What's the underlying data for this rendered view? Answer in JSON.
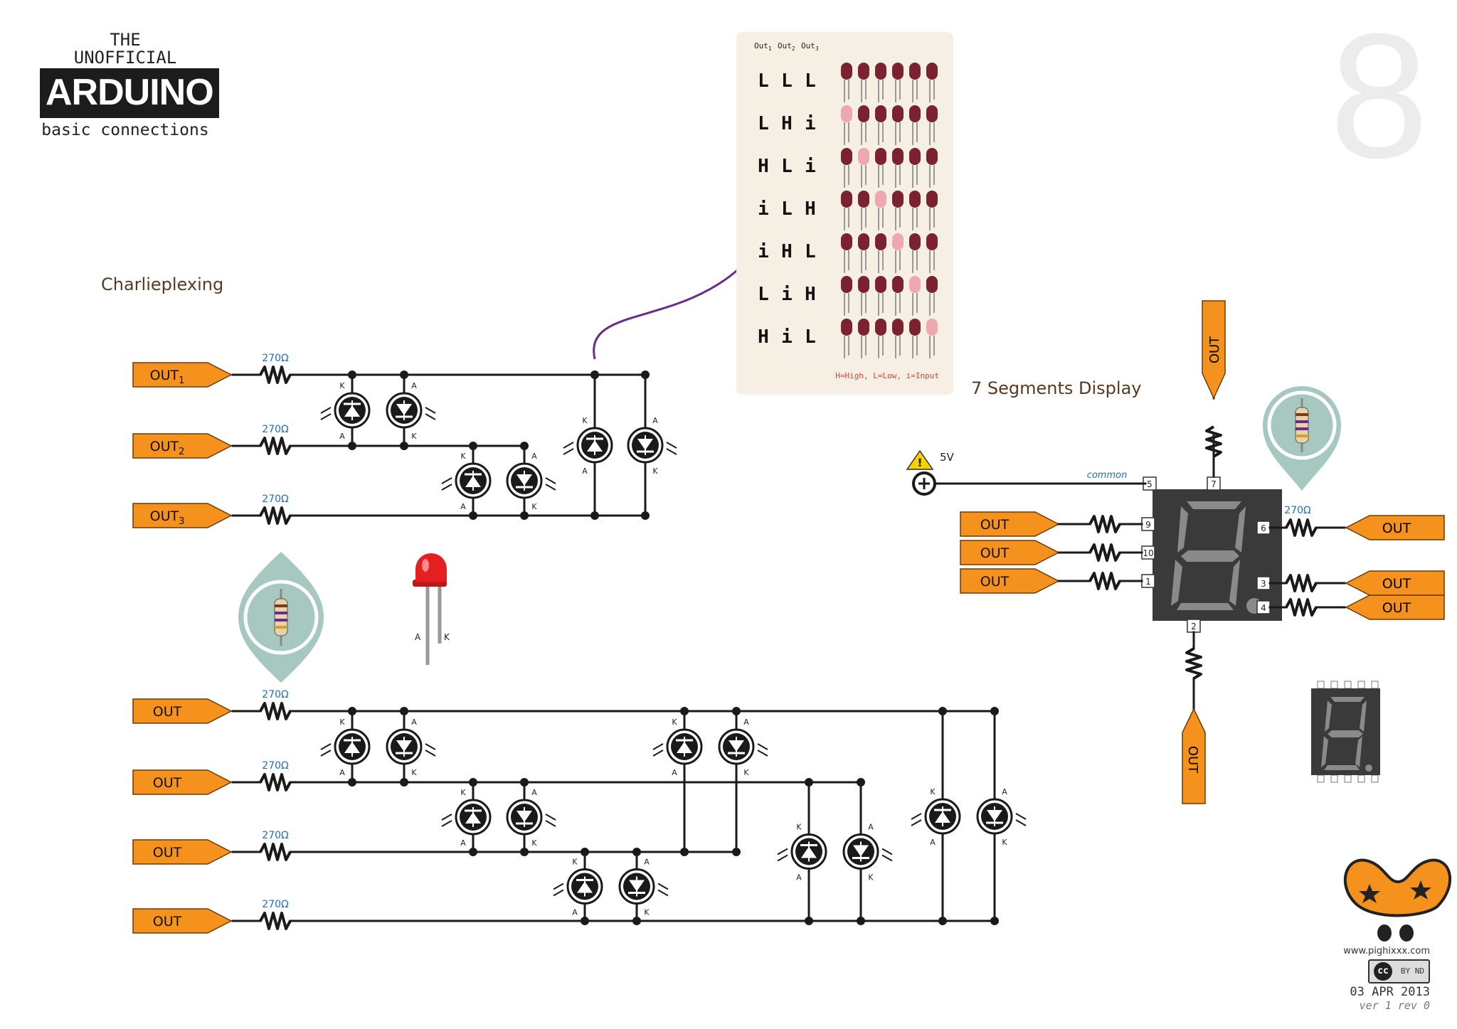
{
  "brand": {
    "the": "THE",
    "unofficial": "UNOFFICIAL",
    "name": "ARDUINO",
    "subtitle": "basic connections"
  },
  "page_number": "8",
  "sections": {
    "charlieplexing": "Charlieplexing",
    "seven_segment": "7 Segments Display"
  },
  "resistor_label": "270Ω",
  "charlie3": {
    "outs": [
      {
        "base": "OUT",
        "sub": "1"
      },
      {
        "base": "OUT",
        "sub": "2"
      },
      {
        "base": "OUT",
        "sub": "3"
      }
    ]
  },
  "charlie4": {
    "outs": [
      "OUT",
      "OUT",
      "OUT",
      "OUT"
    ]
  },
  "pin_labels": {
    "anode": "A",
    "cathode": "K"
  },
  "truth_table": {
    "header": [
      {
        "base": "Out",
        "sub": "1"
      },
      {
        "base": "Out",
        "sub": "2"
      },
      {
        "base": "Out",
        "sub": "3"
      }
    ],
    "rows": [
      {
        "states": [
          "L",
          "L",
          "L"
        ],
        "lit": -1
      },
      {
        "states": [
          "L",
          "H",
          "i"
        ],
        "lit": 0
      },
      {
        "states": [
          "H",
          "L",
          "i"
        ],
        "lit": 1
      },
      {
        "states": [
          "i",
          "L",
          "H"
        ],
        "lit": 2
      },
      {
        "states": [
          "i",
          "H",
          "L"
        ],
        "lit": 3
      },
      {
        "states": [
          "L",
          "i",
          "H"
        ],
        "lit": 4
      },
      {
        "states": [
          "H",
          "i",
          "L"
        ],
        "lit": 5
      }
    ],
    "legend": "H=High, L=Low, i=Input",
    "colors": {
      "off": "#7a2230",
      "on": "#f0a8b0",
      "bg": "#f5f0e3"
    }
  },
  "seven_seg": {
    "power_label": "5V",
    "common_label": "common",
    "top_pins": [
      "5",
      "7"
    ],
    "left_pins": [
      "9",
      "10",
      "1"
    ],
    "right_pins": [
      "6",
      "3",
      "4"
    ],
    "bottom_pin": "2",
    "out_label": "OUT",
    "right_resistor_label": "270Ω"
  },
  "footer": {
    "site": "www.pighixxx.com",
    "cc": "cc",
    "license": "BY ND",
    "date": "03 APR 2013",
    "version": "ver 1 rev 0"
  },
  "colors": {
    "orange": "#f5921e",
    "wire": "#1a1a1a",
    "resistor_label": "#1f6fb5",
    "accent": "#6a2c8a"
  }
}
